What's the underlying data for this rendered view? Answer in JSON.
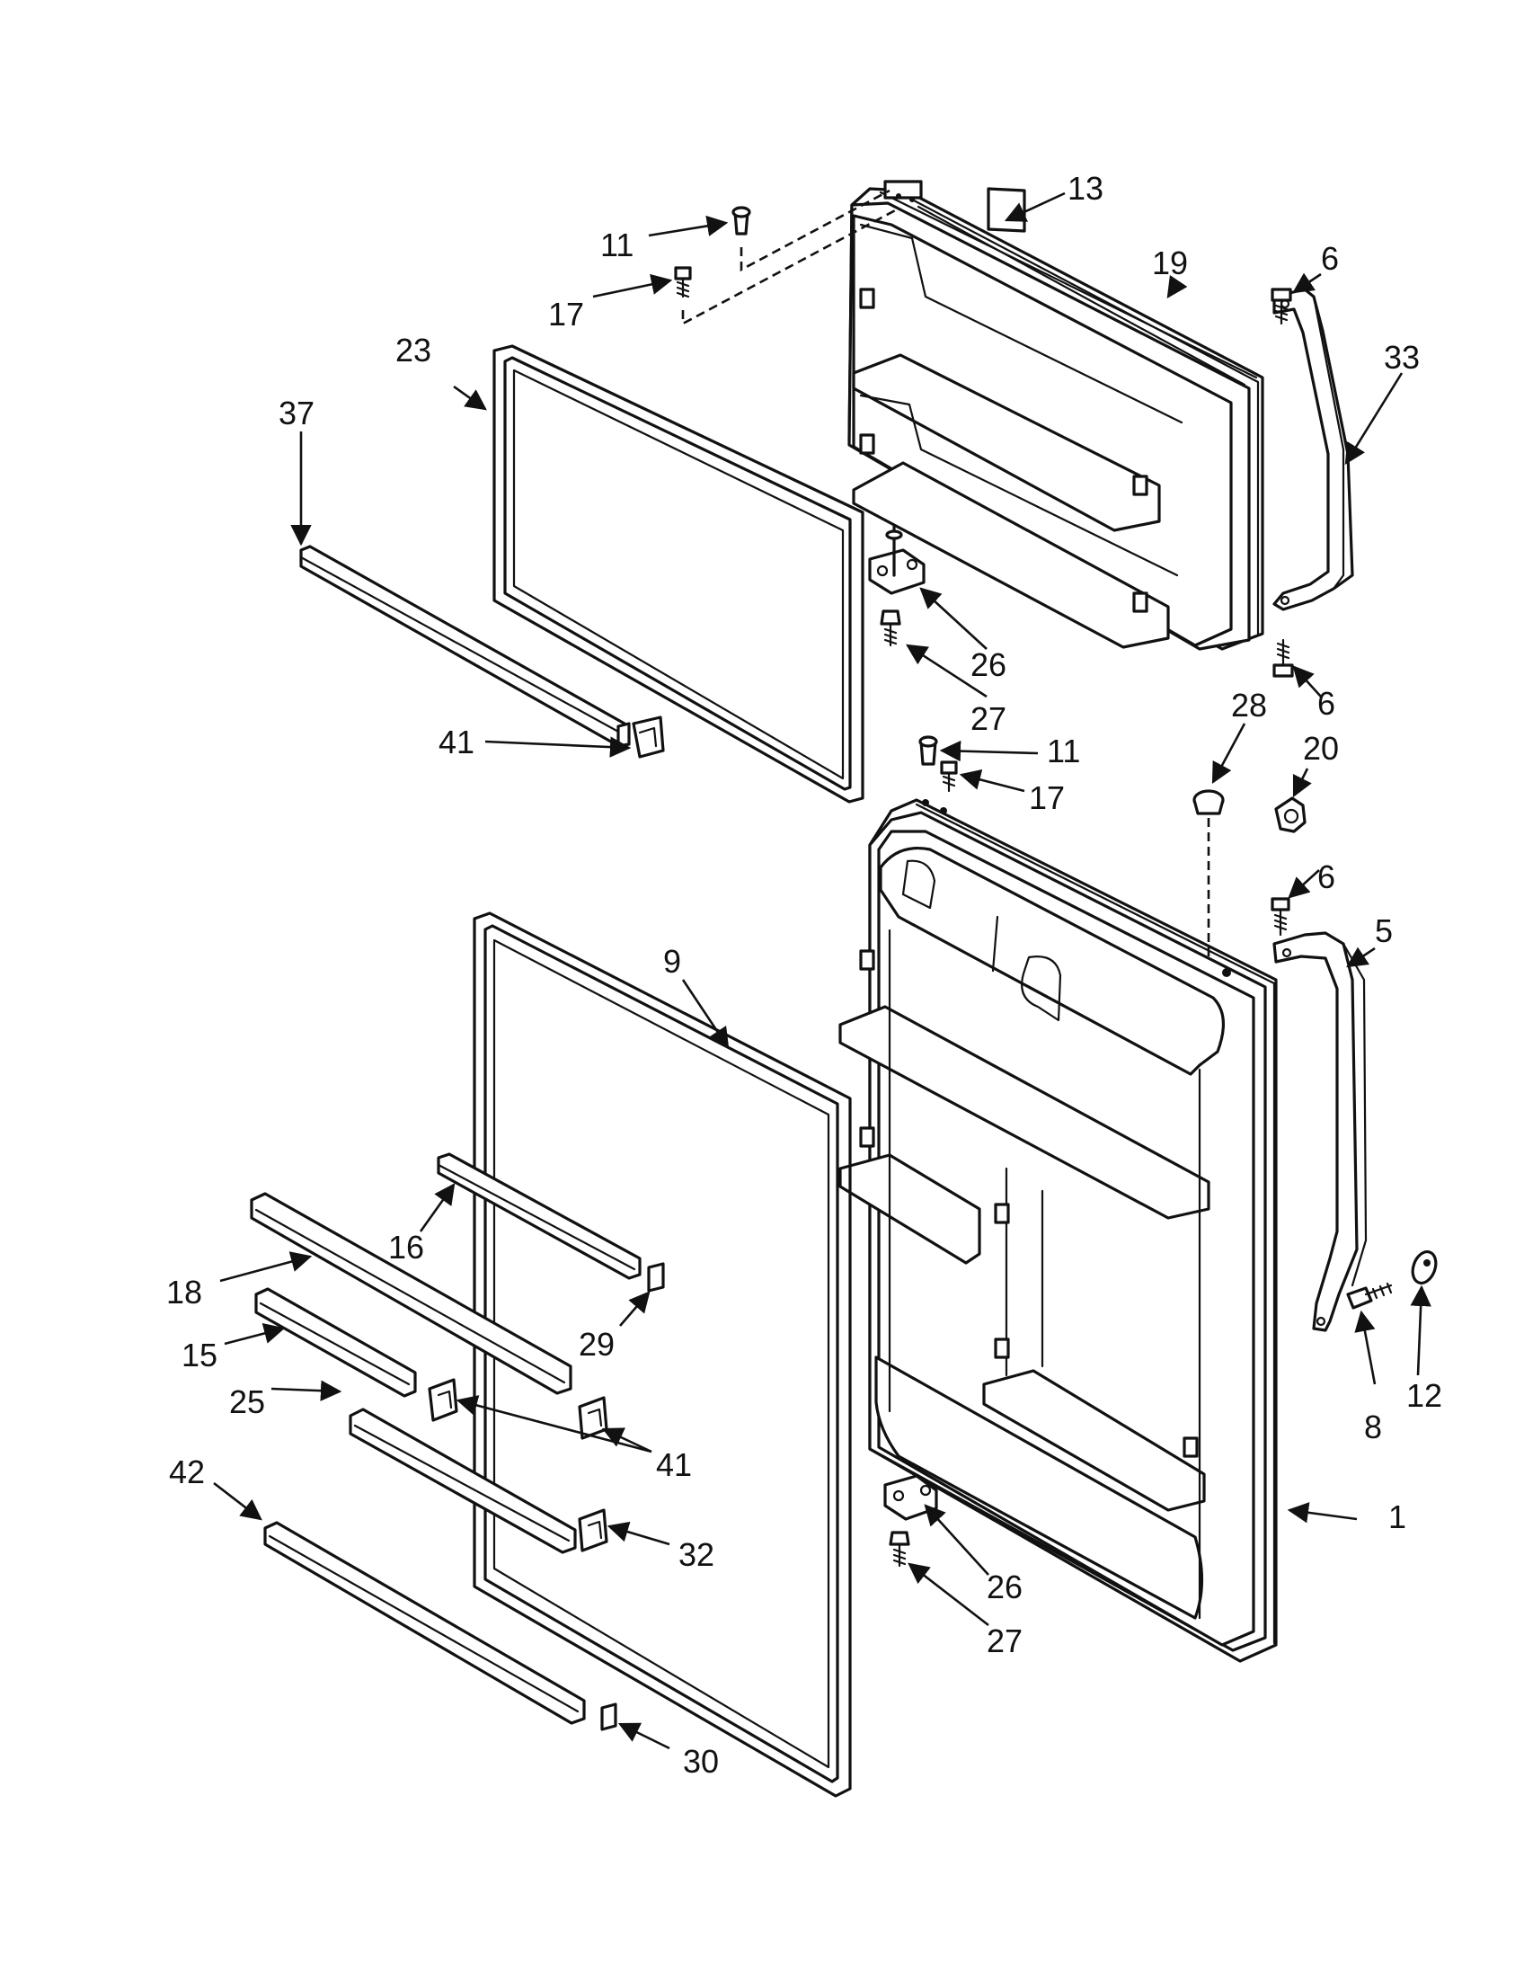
{
  "callouts": {
    "c13": "13",
    "c11a": "11",
    "c17a": "17",
    "c19": "19",
    "c6a": "6",
    "c33": "33",
    "c23": "23",
    "c37": "37",
    "c26a": "26",
    "c6b": "6",
    "c27a": "27",
    "c41a": "41",
    "c28": "28",
    "c20": "20",
    "c11b": "11",
    "c17b": "17",
    "c6c": "6",
    "c5": "5",
    "c9": "9",
    "c16": "16",
    "c18": "18",
    "c29": "29",
    "c15": "15",
    "c8": "8",
    "c12": "12",
    "c25": "25",
    "c41b": "41",
    "c42": "42",
    "c32": "32",
    "c1": "1",
    "c26b": "26",
    "c27b": "27",
    "c30": "30"
  }
}
